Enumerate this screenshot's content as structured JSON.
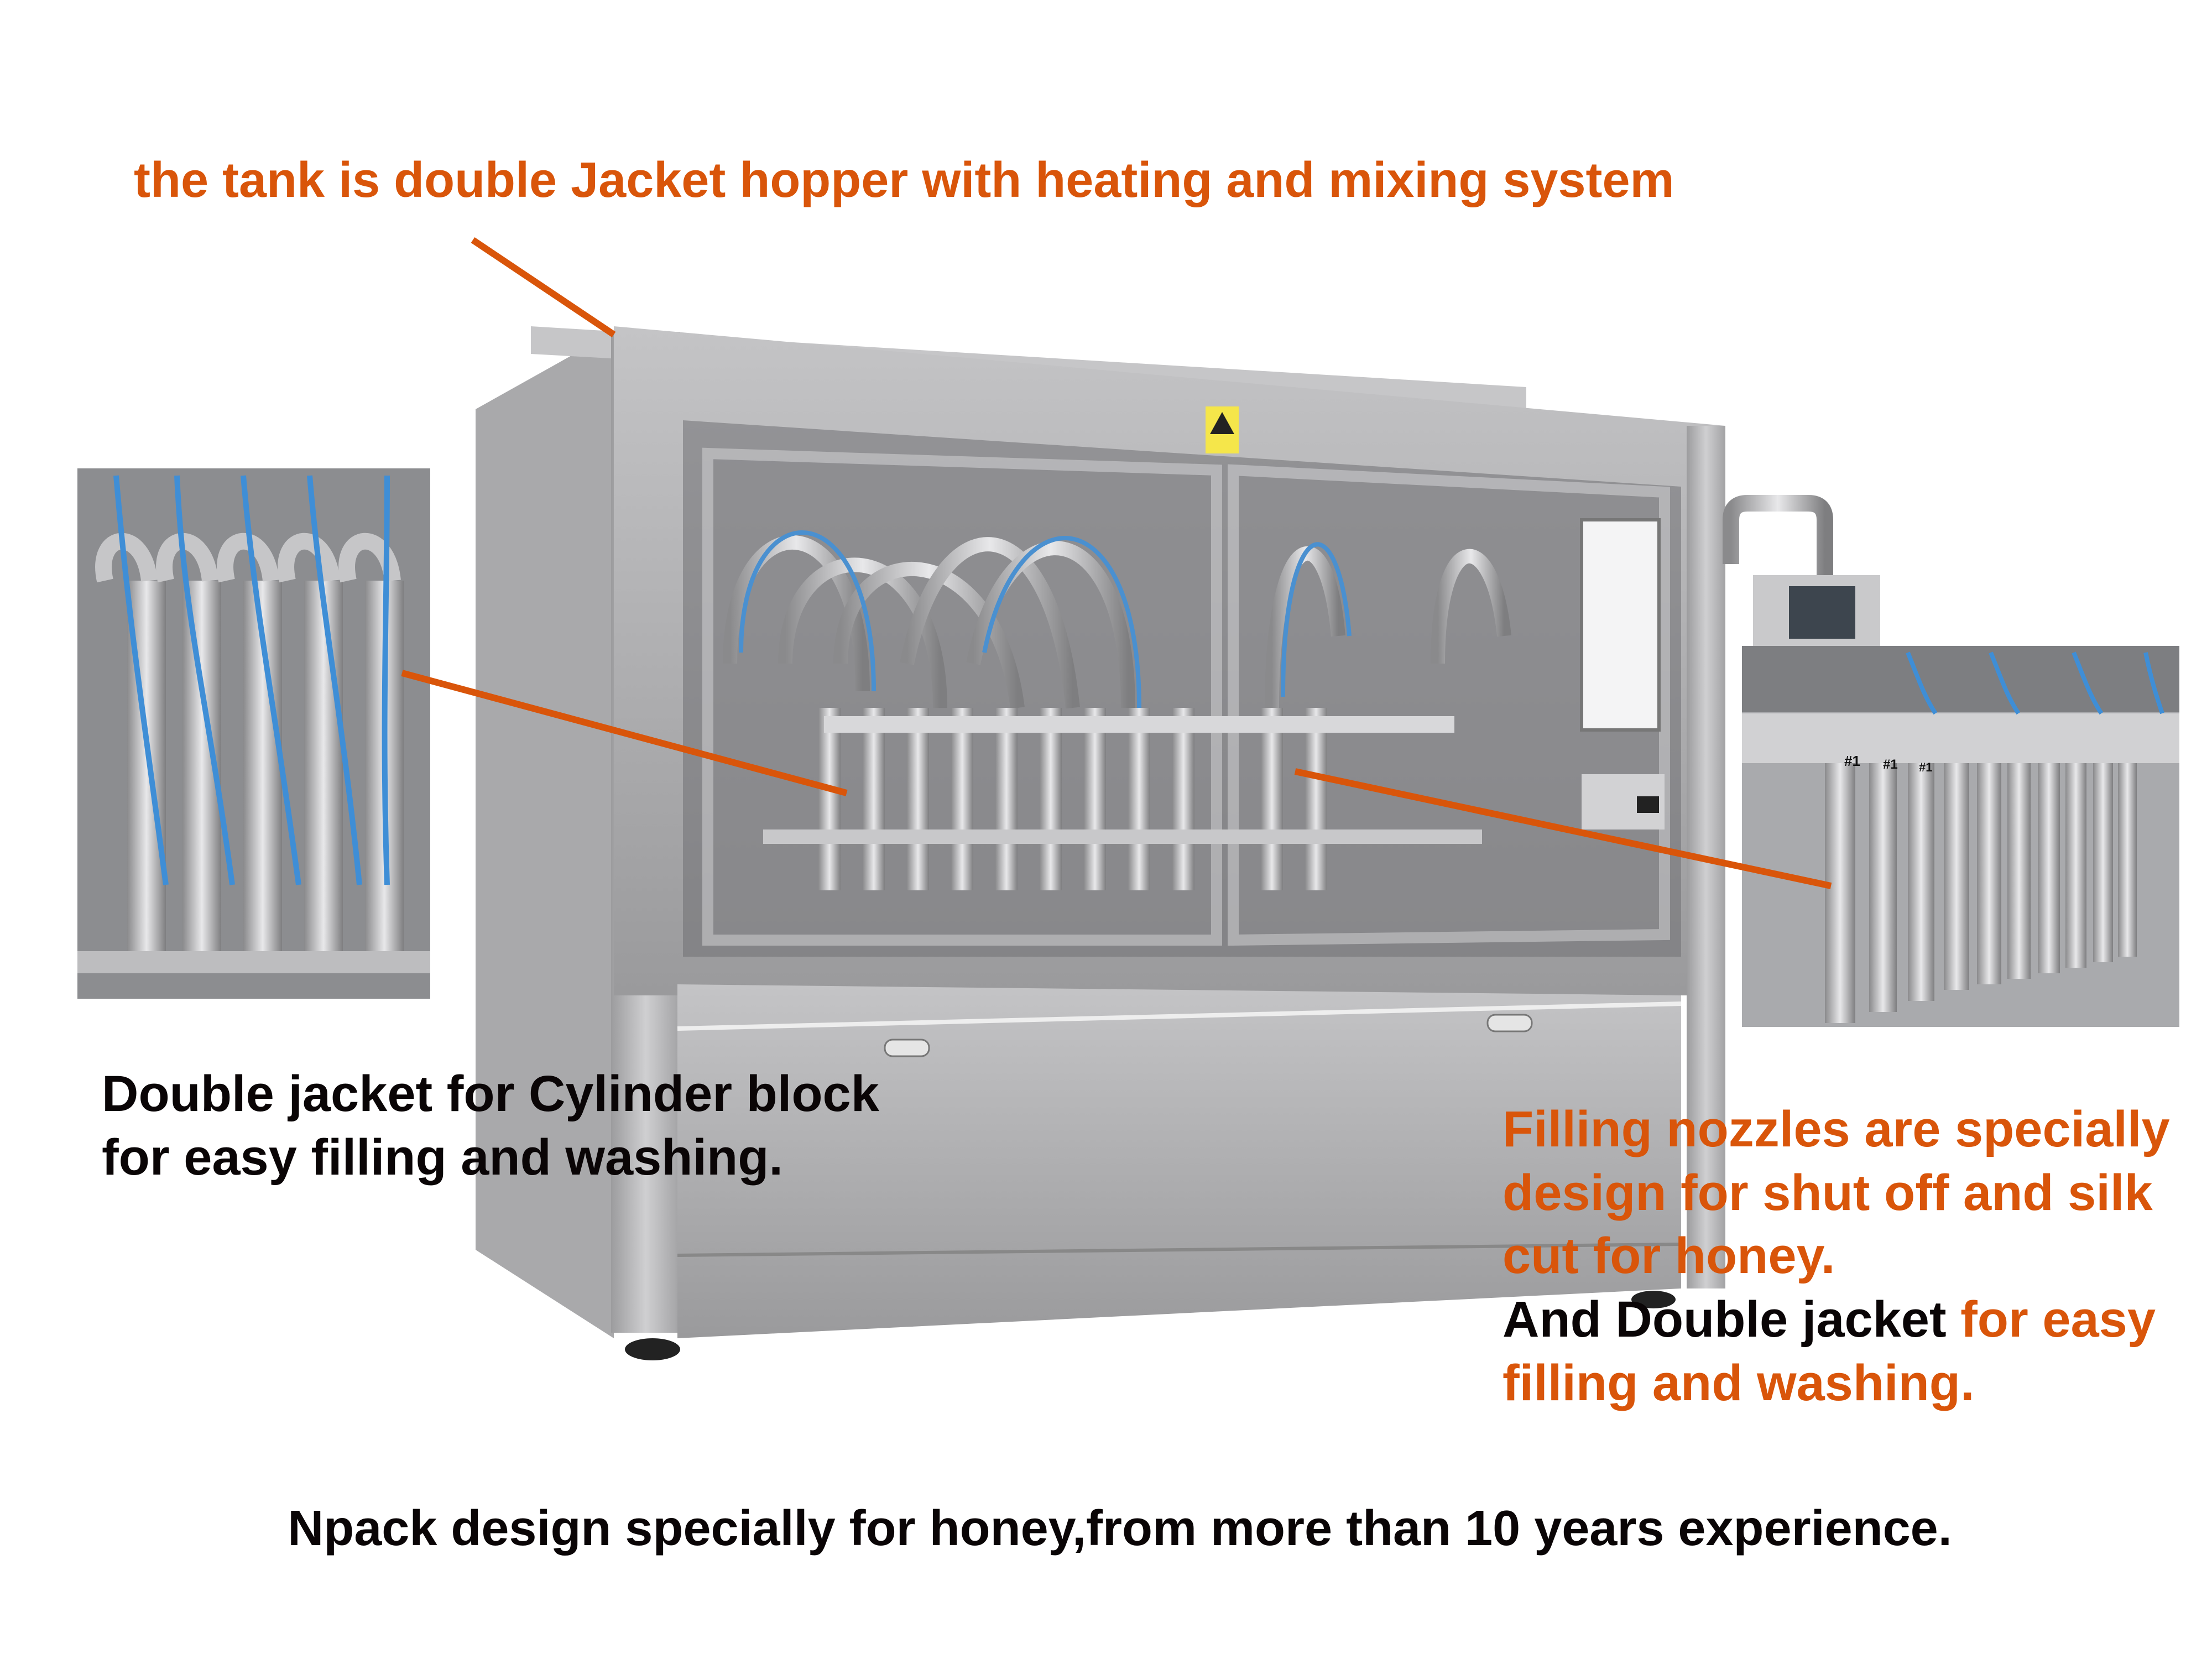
{
  "annotations": {
    "tank_caption": "the tank is double Jacket hopper with heating and mixing system",
    "cylinder_caption_line1": "Double jacket for Cylinder block",
    "cylinder_caption_line2": "for easy filling and washing.",
    "nozzle_caption_line1": "Filling nozzles are specially",
    "nozzle_caption_line2": "design for shut off and silk",
    "nozzle_caption_line3": "cut for honey.",
    "nozzle_caption_line4_black": "And Double jacket",
    "nozzle_caption_line4_orange": " for easy",
    "nozzle_caption_line5": "filling and washing.",
    "footer": "Npack design specially for honey,from more than 10 years experience."
  },
  "nozzle_labels": [
    "#1",
    "#1",
    "#1"
  ],
  "colors": {
    "accent_orange": "#d9550a",
    "text_black": "#0a0506",
    "steel": "#b9b9bb"
  }
}
